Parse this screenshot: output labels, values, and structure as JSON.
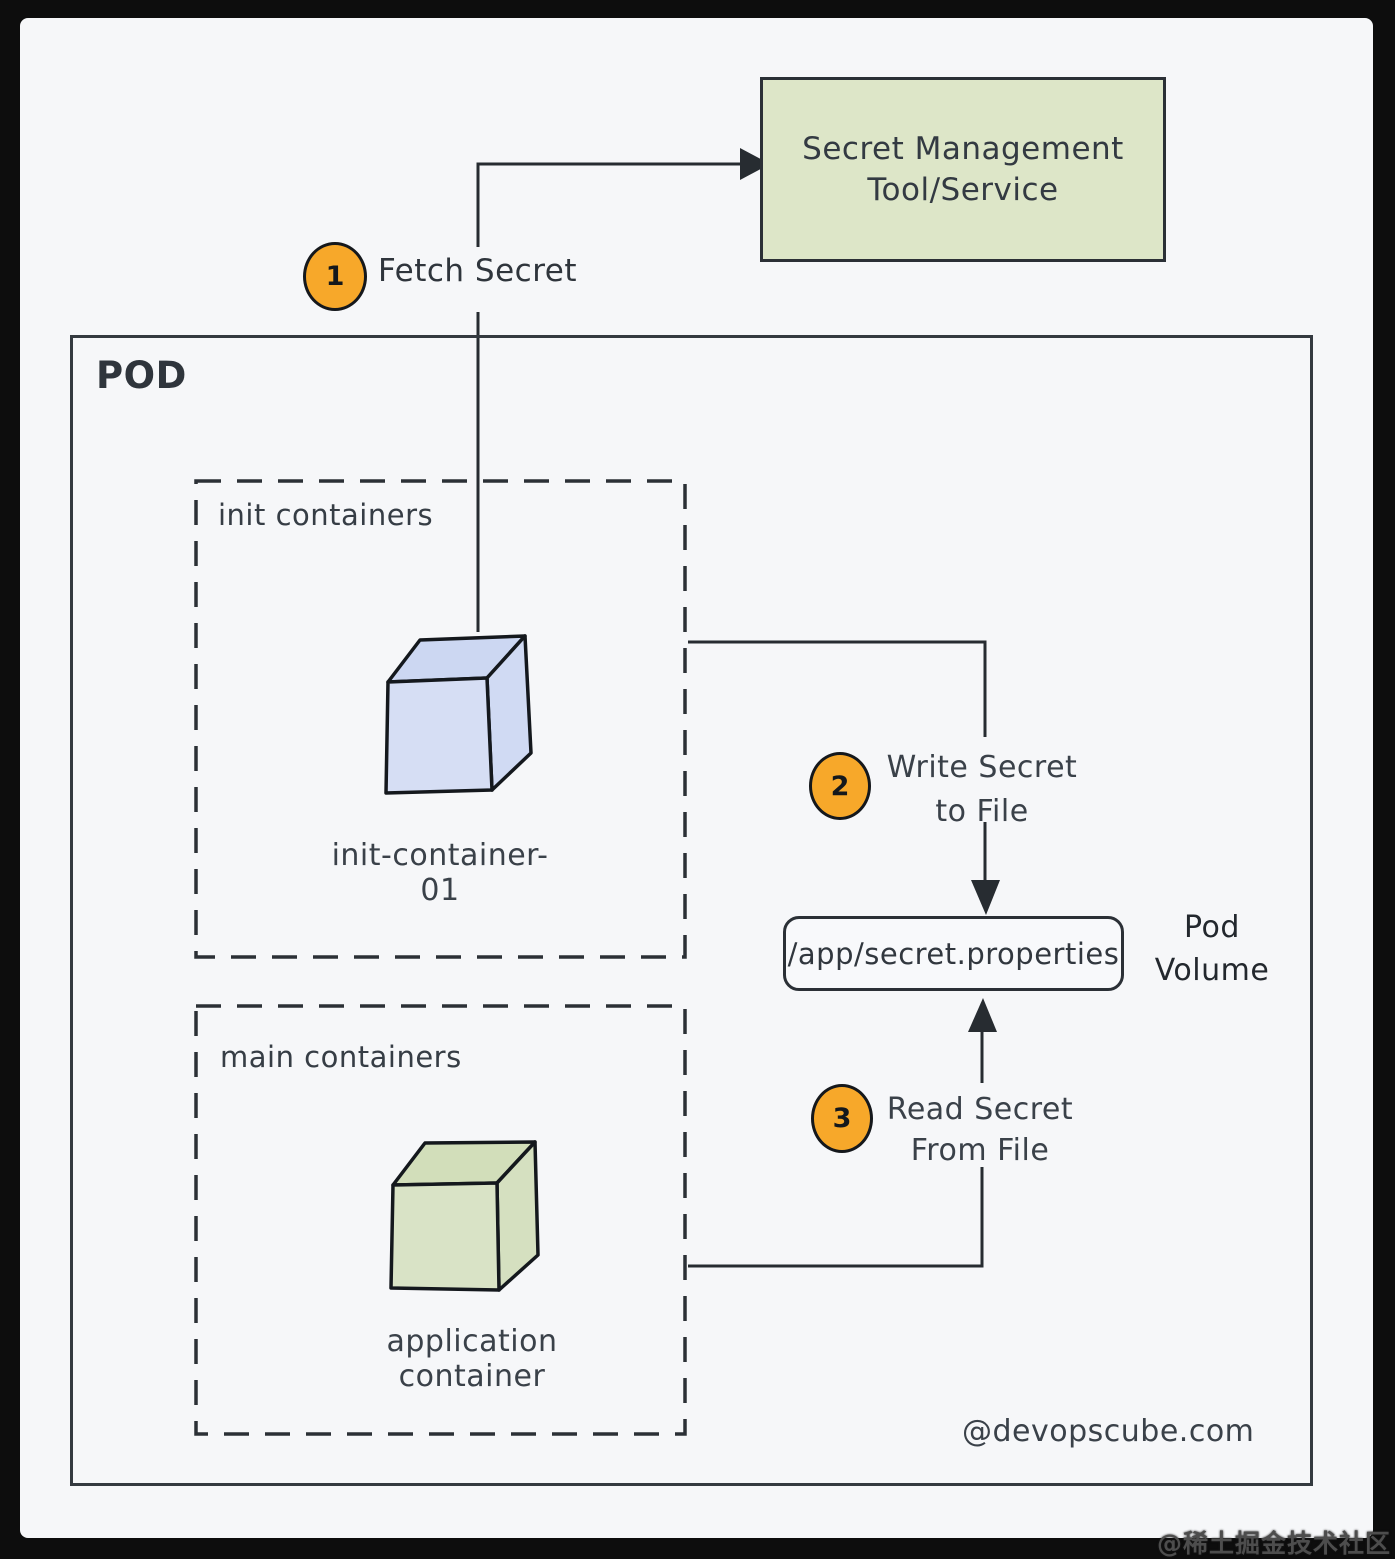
{
  "title": "Pod secret fetch via init container diagram",
  "colors": {
    "frame": "#0d0d0d",
    "canvas_bg": "#f6f7f9",
    "stroke": "#272c31",
    "text": "#3a4149",
    "badge_orange": "#f7a82a",
    "secret_tool_fill": "#dde6c8",
    "init_cube_front": "#d6def4",
    "init_cube_top": "#ccd7f2",
    "init_cube_side": "#d0daf3",
    "app_cube_front": "#d9e3c6",
    "app_cube_top": "#d2deba",
    "app_cube_side": "#d5e0c0"
  },
  "secret_tool": {
    "label_line1": "Secret Management",
    "label_line2": "Tool/Service"
  },
  "pod": {
    "label": "POD"
  },
  "steps": [
    {
      "num": "1",
      "label": "Fetch Secret"
    },
    {
      "num": "2",
      "label_line1": "Write Secret",
      "label_line2": "to File"
    },
    {
      "num": "3",
      "label_line1": "Read Secret",
      "label_line2": "From File"
    }
  ],
  "init_group": {
    "label": "init containers",
    "container_label": "init-container-01"
  },
  "main_group": {
    "label": "main containers",
    "container_label": "application container"
  },
  "volume": {
    "file_path": "/app/secret.properties",
    "label_line1": "Pod",
    "label_line2": "Volume"
  },
  "footer": {
    "credit": "@devopscube.com",
    "watermark": "@稀土掘金技术社区"
  }
}
